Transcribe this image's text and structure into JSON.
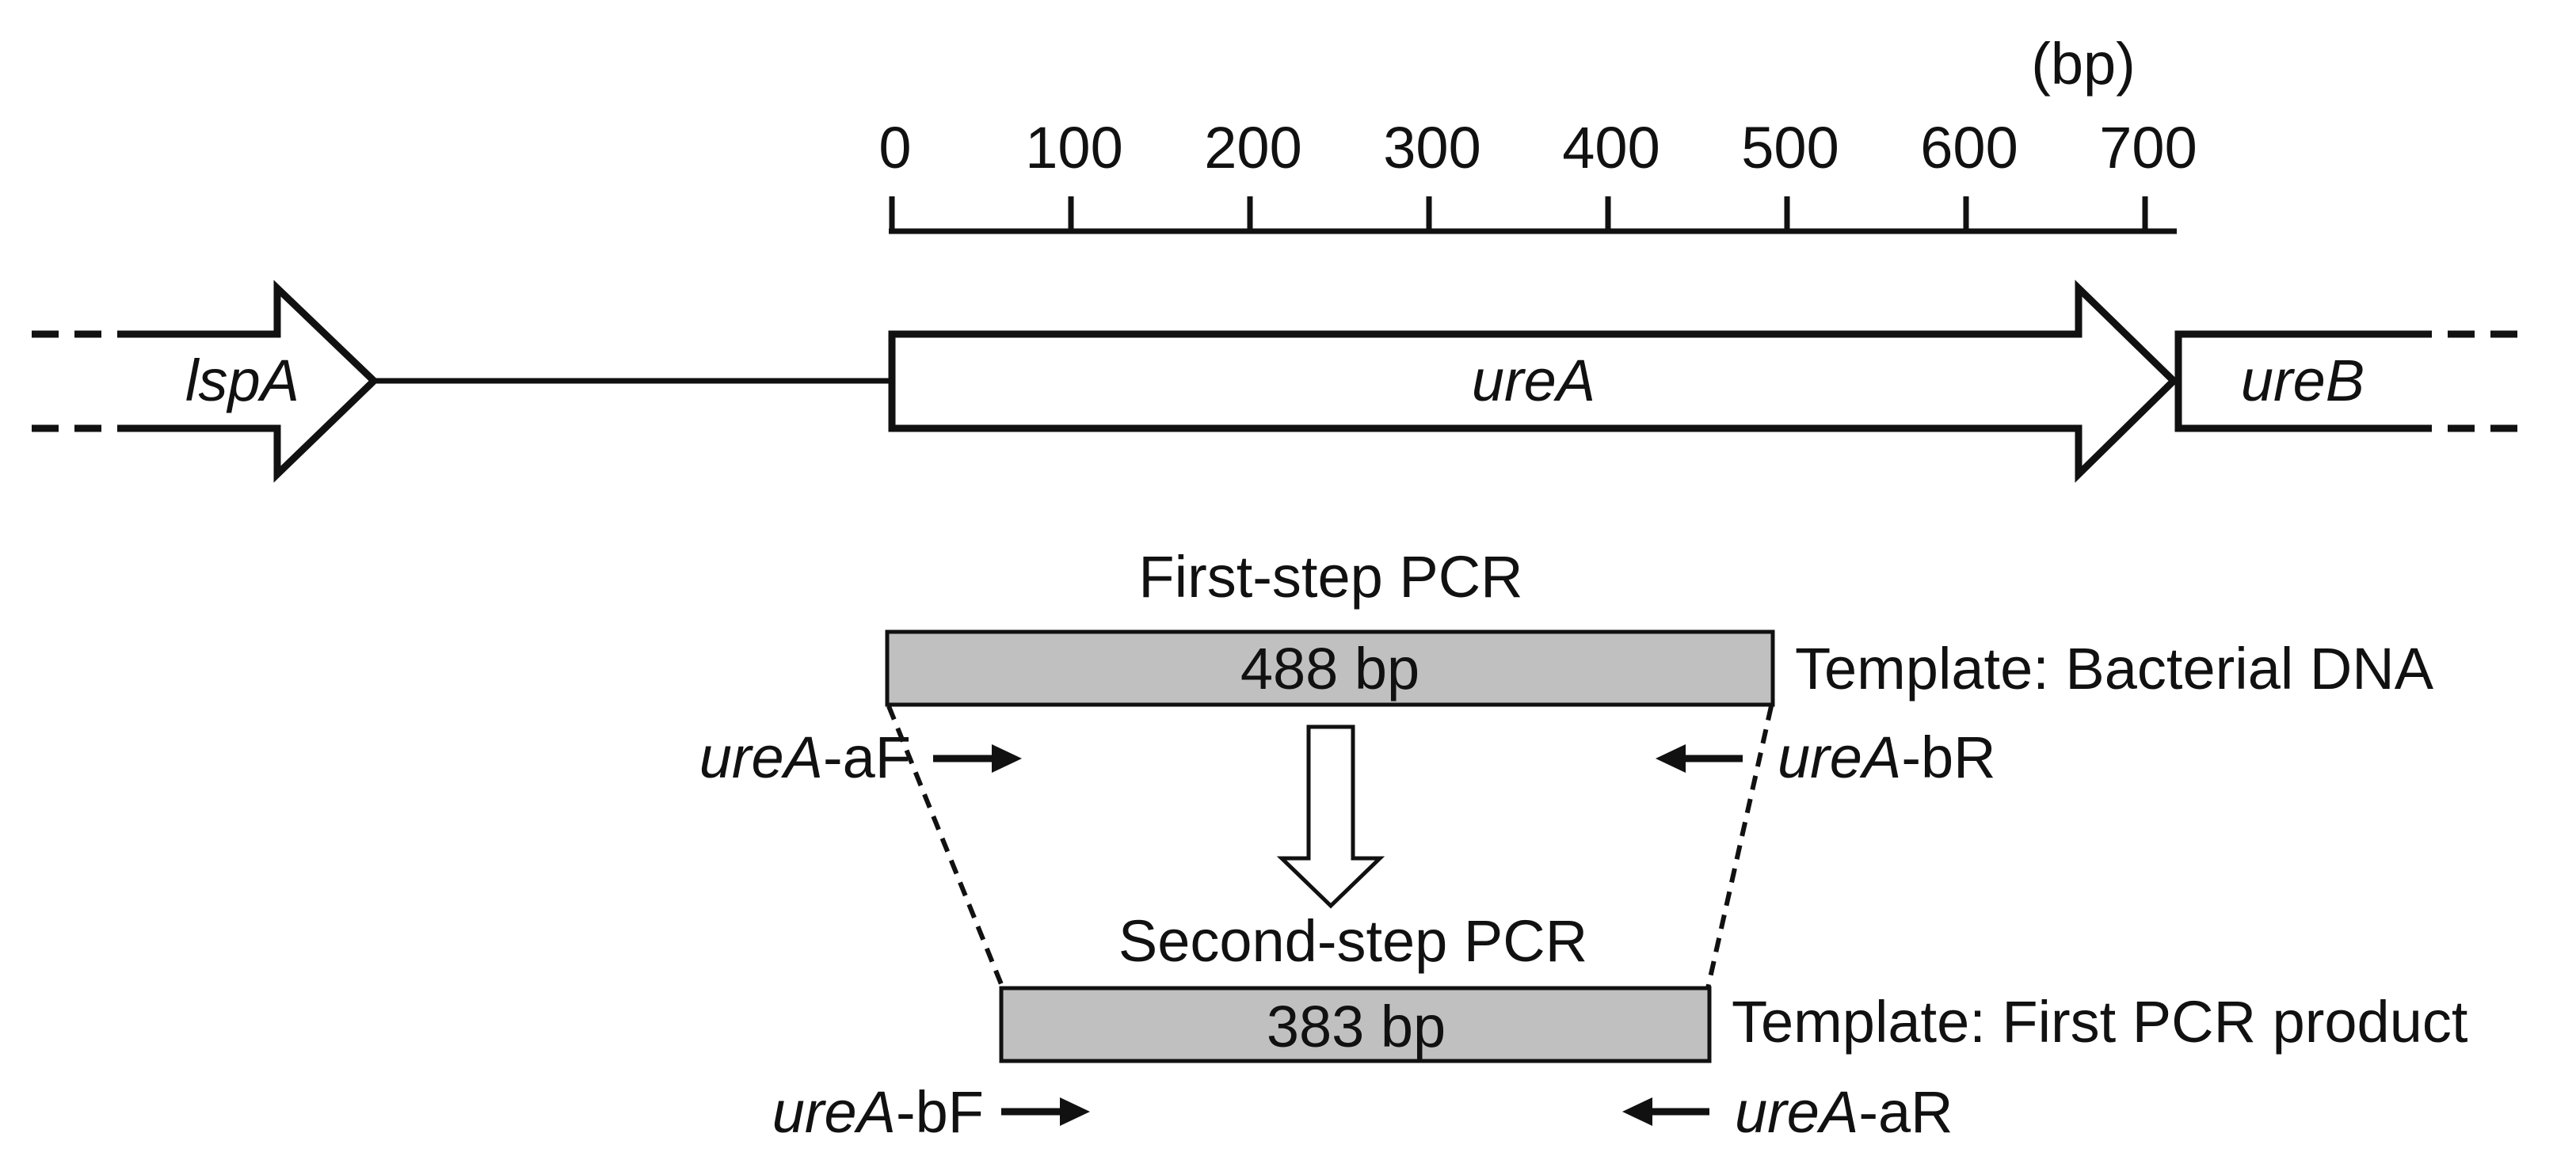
{
  "scale": {
    "unit_label": "(bp)",
    "ticks": [
      "0",
      "100",
      "200",
      "300",
      "400",
      "500",
      "600",
      "700"
    ]
  },
  "genes": {
    "lspA": "lspA",
    "ureA": "ureA",
    "ureB": "ureB"
  },
  "first_step": {
    "title": "First-step PCR",
    "product": "488 bp",
    "template": "Template: Bacterial DNA",
    "forward_primer": {
      "gene": "ureA",
      "suffix": "-aF"
    },
    "reverse_primer": {
      "gene": "ureA",
      "suffix": "-bR"
    }
  },
  "second_step": {
    "title": "Second-step PCR",
    "product": "383 bp",
    "template": "Template: First PCR product",
    "forward_primer": {
      "gene": "ureA",
      "suffix": "-bF"
    },
    "reverse_primer": {
      "gene": "ureA",
      "suffix": "-aR"
    }
  }
}
